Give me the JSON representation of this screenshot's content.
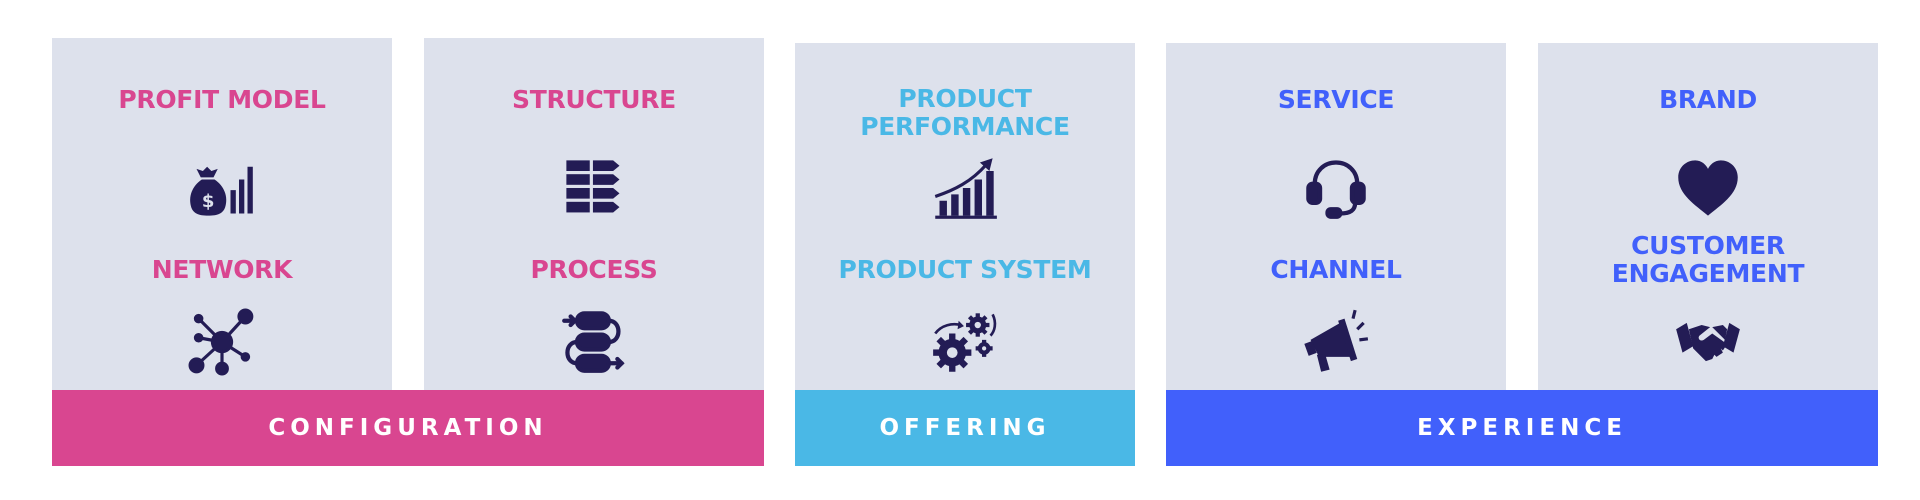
{
  "colors": {
    "card_bg": "#dde1ec",
    "icon": "#231c55",
    "configuration": "#d94690",
    "offering": "#4ab8e6",
    "experience": "#4160fb"
  },
  "cards": [
    {
      "top_label": "PROFIT MODEL",
      "top_icon": "money-bag-chart-icon",
      "bottom_label": "NETWORK",
      "bottom_icon": "network-nodes-icon"
    },
    {
      "top_label": "STRUCTURE",
      "top_icon": "stacked-arrows-icon",
      "bottom_label": "PROCESS",
      "bottom_icon": "process-flow-icon"
    },
    {
      "top_label": "PRODUCT\nPERFORMANCE",
      "top_icon": "growth-chart-icon",
      "bottom_label": "PRODUCT SYSTEM",
      "bottom_icon": "gears-icon"
    },
    {
      "top_label": "SERVICE",
      "top_icon": "headset-icon",
      "bottom_label": "CHANNEL",
      "bottom_icon": "megaphone-icon"
    },
    {
      "top_label": "BRAND",
      "top_icon": "heart-icon",
      "bottom_label": "CUSTOMER\nENGAGEMENT",
      "bottom_icon": "handshake-icon"
    }
  ],
  "categories": [
    {
      "label": "CONFIGURATION"
    },
    {
      "label": "OFFERING"
    },
    {
      "label": "EXPERIENCE"
    }
  ]
}
